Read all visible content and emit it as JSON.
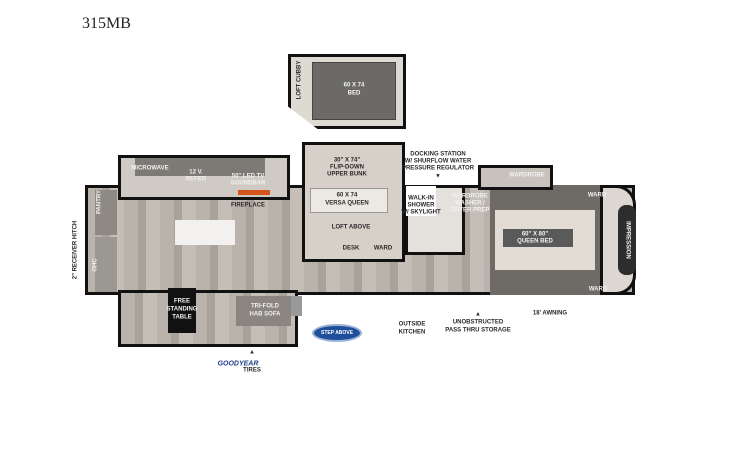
{
  "model": "315MB",
  "loft": {
    "cubby": "LOFT CUBBY",
    "bed": [
      "60 X 74",
      "BED"
    ]
  },
  "labels": {
    "receiver_hitch": "2\" RECEIVER HITCH",
    "pantry": "PANTRY",
    "ohc": "OHC",
    "microwave": "MICROWAVE",
    "refer": [
      "12 V.",
      "REFER"
    ],
    "tv": [
      "50\" LED TV",
      "SOUNDBAR"
    ],
    "fireplace": "FIREPLACE",
    "table": [
      "FREE",
      "STANDING",
      "TABLE"
    ],
    "sofa": [
      "TRI-FOLD",
      "HAB SOFA"
    ],
    "bunk": [
      "30\" X 74\"",
      "FLIP-DOWN",
      "UPPER BUNK"
    ],
    "versa": [
      "60 X 74",
      "VERSA QUEEN"
    ],
    "loft_above": "LOFT ABOVE",
    "desk": "DESK",
    "ward": "WARD",
    "docking": [
      "DOCKING STATION",
      "W/ SHURFLOW WATER",
      "PRESSURE REGULATOR"
    ],
    "shower": [
      "WALK-IN",
      "SHOWER",
      "W/ SKYLIGHT"
    ],
    "wardrobe": "WARDROBE",
    "washer": [
      "WARDROBE",
      "WASHER /",
      "DRYER PREP"
    ],
    "queen": [
      "60\" X 80\"",
      "QUEEN BED"
    ],
    "ward_top": "WARD",
    "ward_bottom": "WARD",
    "brand": "IMPRESSION",
    "awning": "18' AWNING",
    "storage": [
      "UNOBSTRUCTED",
      "PASS THRU STORAGE"
    ],
    "kitchen": [
      "OUTSIDE",
      "KITCHEN"
    ],
    "tires_brand": "GOODYEAR",
    "tires": "TIRES",
    "step_logo": "STEP ABOVE"
  }
}
